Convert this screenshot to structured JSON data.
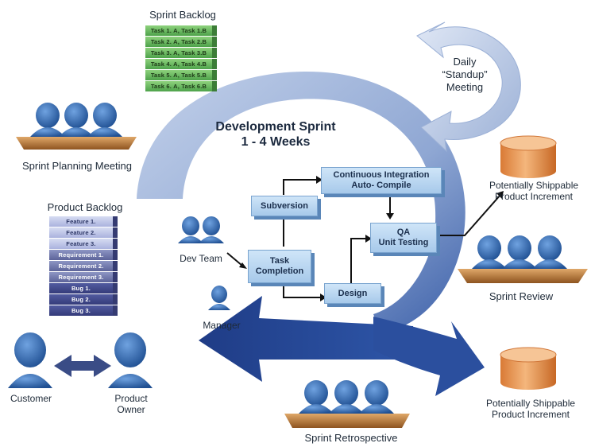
{
  "sprint_backlog": {
    "title": "Sprint Backlog",
    "items": [
      "Task 1. A, Task 1.B",
      "Task 2. A, Task 2.B",
      "Task 3. A, Task 3.B",
      "Task 4. A, Task 4.B",
      "Task 5. A, Task 5.B",
      "Task 6. A, Task 6.B"
    ]
  },
  "product_backlog": {
    "title": "Product Backlog",
    "features": [
      "Feature 1.",
      "Feature 2.",
      "Feature 3."
    ],
    "requirements": [
      "Requirement 1.",
      "Requirement 2.",
      "Requirement 3."
    ],
    "bugs": [
      "Bug 1.",
      "Bug 2.",
      "Bug 3."
    ]
  },
  "daily": {
    "line1": "Daily",
    "line2": "“Standup”",
    "line3": "Meeting"
  },
  "sprint": {
    "line1": "Development Sprint",
    "line2": "1 - 4 Weeks"
  },
  "boxes": {
    "ci": {
      "line1": "Continuous Integration",
      "line2": "Auto- Compile"
    },
    "subversion": "Subversion",
    "qa": {
      "line1": "QA",
      "line2": "Unit Testing"
    },
    "task": {
      "line1": "Task",
      "line2": "Completion"
    },
    "design": "Design"
  },
  "people": {
    "dev_team": "Dev Team",
    "manager": "Manager",
    "customer": "Customer",
    "product_owner": {
      "line1": "Product",
      "line2": "Owner"
    }
  },
  "meetings": {
    "planning": "Sprint Planning Meeting",
    "review": "Sprint Review",
    "retrospective": "Sprint Retrospective"
  },
  "increment": {
    "line1": "Potentially Shippable",
    "line2": "Product Increment"
  },
  "colors": {
    "person": "#2a5fa3",
    "table": "#b8742e",
    "arc": "#9cb2d8",
    "arrow": "#23468f",
    "db": "#e8934a"
  }
}
